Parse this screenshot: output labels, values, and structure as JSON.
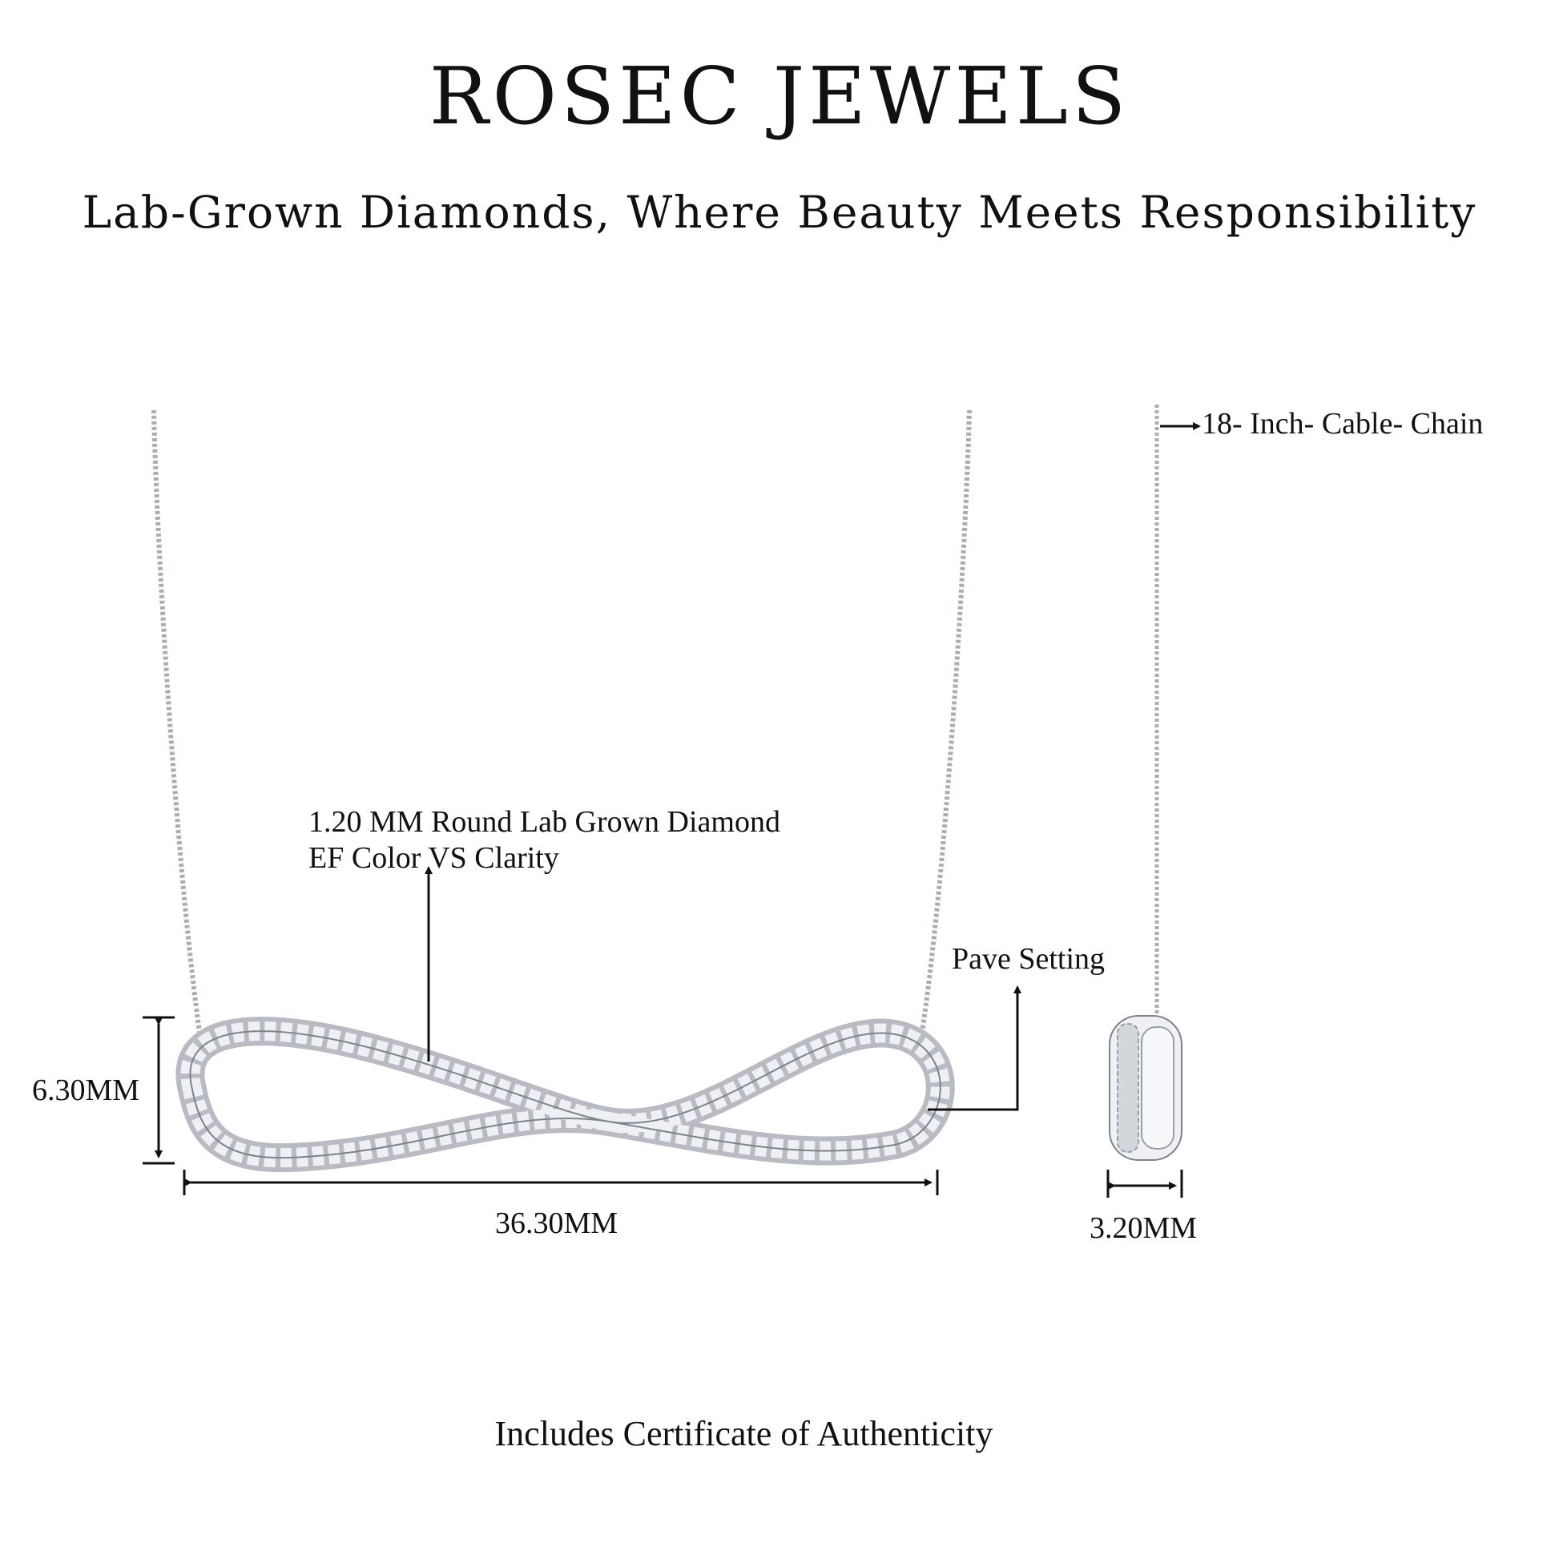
{
  "header": {
    "brand": "ROSEC JEWELS",
    "tagline": "Lab-Grown Diamonds, Where Beauty Meets Responsibility"
  },
  "annotations": {
    "stone_size": "1.20 MM Round Lab Grown Diamond",
    "stone_grade": "EF Color VS Clarity",
    "setting": "Pave Setting",
    "chain": "18- Inch- Cable- Chain",
    "height": "6.30MM",
    "width": "36.30MM",
    "depth": "3.20MM"
  },
  "footer": {
    "certificate": "Includes Certificate of Authenticity"
  },
  "colors": {
    "text": "#111111",
    "metal": "#b8bcc2",
    "stone": "#eef0f3"
  }
}
